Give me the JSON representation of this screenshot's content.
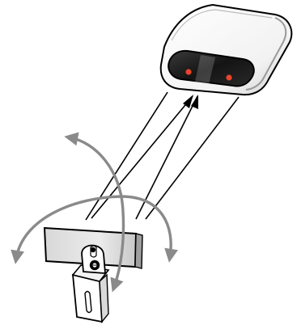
{
  "diagram": {
    "subject": "sensor-alignment-illustration",
    "components": {
      "sensor_housing": {
        "icon": "sensor-housing-icon",
        "lens_count": 2,
        "indicator_color": "#e8452c"
      },
      "reflector_plate": {
        "icon": "reflector-plate-icon"
      },
      "mounting_bracket": {
        "icon": "mounting-bracket-icon"
      },
      "beam_lines": {
        "count": 4
      },
      "adjustment_arrows": {
        "count": 2,
        "color": "#8a8a8a"
      }
    }
  }
}
